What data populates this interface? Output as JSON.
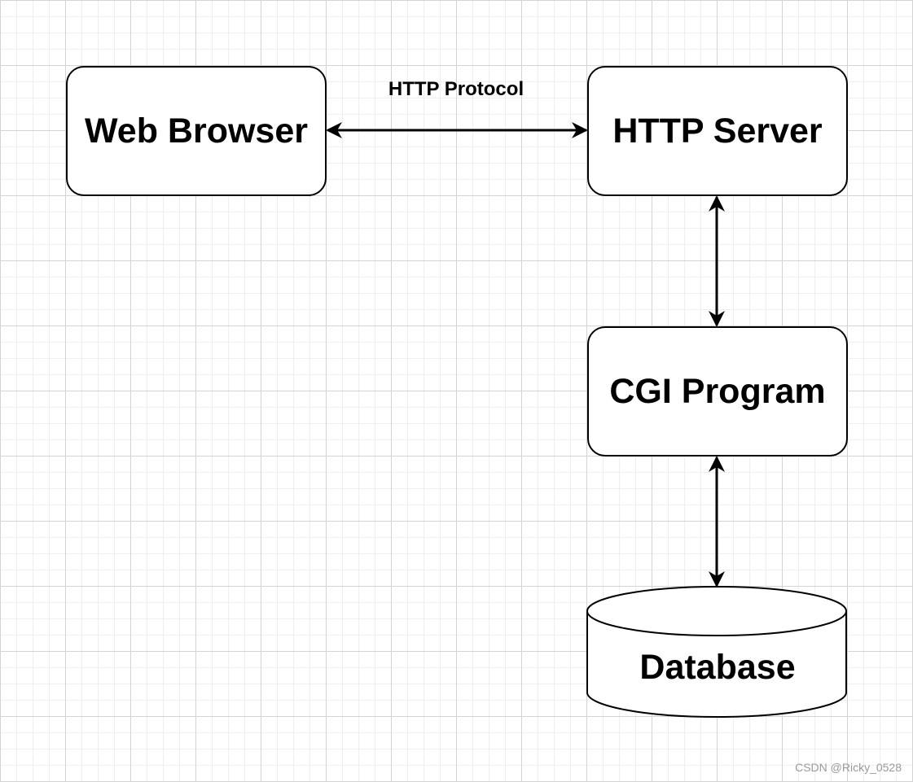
{
  "nodes": {
    "web_browser": "Web Browser",
    "http_server": "HTTP Server",
    "cgi_program": "CGI Program",
    "database": "Database"
  },
  "edges": {
    "browser_server_label": "HTTP Protocol"
  },
  "watermark": "CSDN @Ricky_0528",
  "colors": {
    "stroke": "#000000",
    "node_fill": "#ffffff",
    "grid_major": "#d4d4d4",
    "grid_minor": "#efefef",
    "watermark": "#9a9a9a"
  }
}
